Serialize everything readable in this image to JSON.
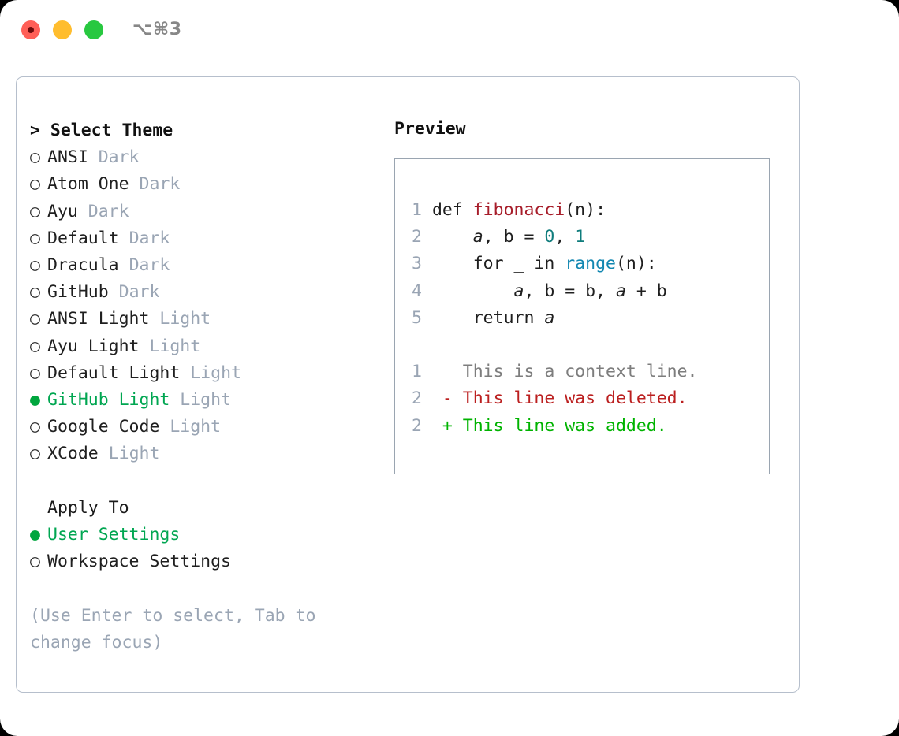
{
  "titlebar": {
    "shortcut": "⌥⌘3",
    "buttons": {
      "close": "close",
      "minimize": "minimize",
      "maximize": "maximize"
    }
  },
  "theme_picker": {
    "prompt": "> ",
    "title": "Select Theme",
    "marker_selected": "●",
    "marker_unselected": "○",
    "items": [
      {
        "marker": "○",
        "name": "ANSI",
        "category": "Dark",
        "selected": false
      },
      {
        "marker": "○",
        "name": "Atom One",
        "category": "Dark",
        "selected": false
      },
      {
        "marker": "○",
        "name": "Ayu",
        "category": "Dark",
        "selected": false
      },
      {
        "marker": "○",
        "name": "Default",
        "category": "Dark",
        "selected": false
      },
      {
        "marker": "○",
        "name": "Dracula",
        "category": "Dark",
        "selected": false
      },
      {
        "marker": "○",
        "name": "GitHub",
        "category": "Dark",
        "selected": false
      },
      {
        "marker": "○",
        "name": "ANSI Light",
        "category": "Light",
        "selected": false
      },
      {
        "marker": "○",
        "name": "Ayu Light",
        "category": "Light",
        "selected": false
      },
      {
        "marker": "○",
        "name": "Default Light",
        "category": "Light",
        "selected": false
      },
      {
        "marker": "●",
        "name": "GitHub Light",
        "category": "Light",
        "selected": true
      },
      {
        "marker": "○",
        "name": "Google Code",
        "category": "Light",
        "selected": false
      },
      {
        "marker": "○",
        "name": "XCode",
        "category": "Light",
        "selected": false
      }
    ]
  },
  "apply_to": {
    "title": "Apply To",
    "options": [
      {
        "marker": "●",
        "label": "User Settings",
        "selected": true
      },
      {
        "marker": "○",
        "label": "Workspace Settings",
        "selected": false
      }
    ]
  },
  "hint": "(Use Enter to select, Tab to change focus)",
  "preview": {
    "label": "Preview",
    "code_lines": [
      {
        "no": "1",
        "indent": "",
        "tokens": [
          {
            "t": "def ",
            "k": "kw"
          },
          {
            "t": "fibonacci",
            "k": "fnname"
          },
          {
            "t": "(n):",
            "k": "kw"
          }
        ]
      },
      {
        "no": "2",
        "indent": "    ",
        "tokens": [
          {
            "t": "a",
            "k": "ital"
          },
          {
            "t": ", b = ",
            "k": "kw"
          },
          {
            "t": "0",
            "k": "num"
          },
          {
            "t": ", ",
            "k": "kw"
          },
          {
            "t": "1",
            "k": "num"
          }
        ]
      },
      {
        "no": "3",
        "indent": "    ",
        "tokens": [
          {
            "t": "for _ in ",
            "k": "kw"
          },
          {
            "t": "range",
            "k": "builtin"
          },
          {
            "t": "(n):",
            "k": "kw"
          }
        ]
      },
      {
        "no": "4",
        "indent": "        ",
        "tokens": [
          {
            "t": "a",
            "k": "ital"
          },
          {
            "t": ", b = b, ",
            "k": "kw"
          },
          {
            "t": "a",
            "k": "ital"
          },
          {
            "t": " + b",
            "k": "kw"
          }
        ]
      },
      {
        "no": "5",
        "indent": "    ",
        "tokens": [
          {
            "t": "return ",
            "k": "kw"
          },
          {
            "t": "a",
            "k": "ital"
          }
        ]
      }
    ],
    "diff_lines": [
      {
        "no": "1",
        "sign": "  ",
        "text": "This is a context line.",
        "kind": "diff-context"
      },
      {
        "no": "2",
        "sign": "- ",
        "text": "This line was deleted.",
        "kind": "diff-del"
      },
      {
        "no": "2",
        "sign": "+ ",
        "text": "This line was added.",
        "kind": "diff-add"
      }
    ]
  },
  "colors": {
    "selected_green": "#00a651",
    "muted_gray": "#9aa5b4",
    "function_red": "#a71d2a",
    "number_teal": "#0f7c7c",
    "builtin_blue": "#1287b1",
    "diff_add_green": "#00b300",
    "diff_del_red": "#bb1f1f",
    "panel_border": "#b6bfcc",
    "preview_border": "#9aa5b1",
    "close_red": "#ff5f57",
    "minimize_yellow": "#ffbd2e",
    "maximize_green": "#28c840"
  }
}
